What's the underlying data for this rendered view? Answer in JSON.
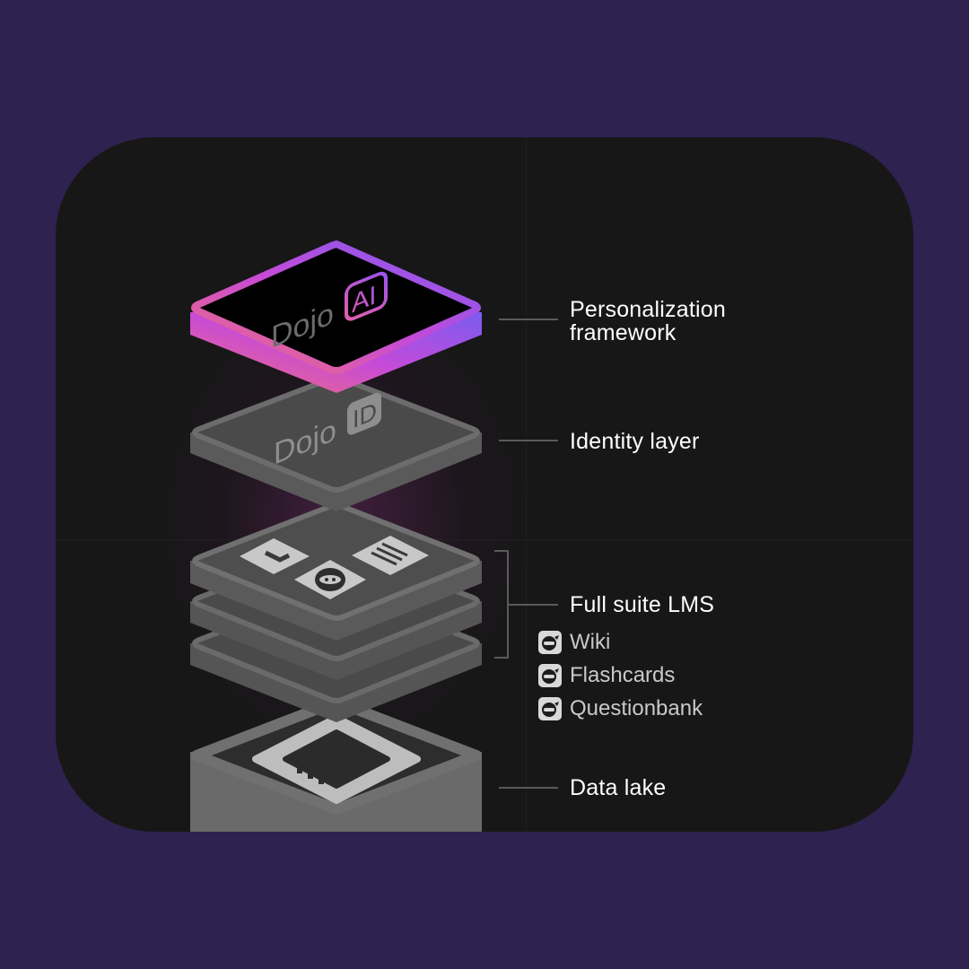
{
  "layers": [
    {
      "id": "personalization",
      "label_line1": "Personalization",
      "label_line2": "framework",
      "logo_word": "Dojo",
      "logo_badge": "AI"
    },
    {
      "id": "identity",
      "label": "Identity layer",
      "logo_word": "Dojo",
      "logo_badge": "ID"
    },
    {
      "id": "lms",
      "label": "Full suite LMS",
      "items": [
        {
          "label": "Wiki",
          "icon": "ninja-icon"
        },
        {
          "label": "Flashcards",
          "icon": "ninja-icon"
        },
        {
          "label": "Questionbank",
          "icon": "ninja-icon"
        }
      ]
    },
    {
      "id": "datalake",
      "label": "Data lake",
      "icon": "chip-icon"
    }
  ],
  "colors": {
    "page_background": "#2e2250",
    "card_background": "#171717",
    "ai_gradient": [
      "#f06878",
      "#c348d8",
      "#7a5cf0"
    ],
    "tile_gray": "#545454",
    "tile_edge": "#6e6e6e",
    "connector": "#5a5a5a"
  }
}
